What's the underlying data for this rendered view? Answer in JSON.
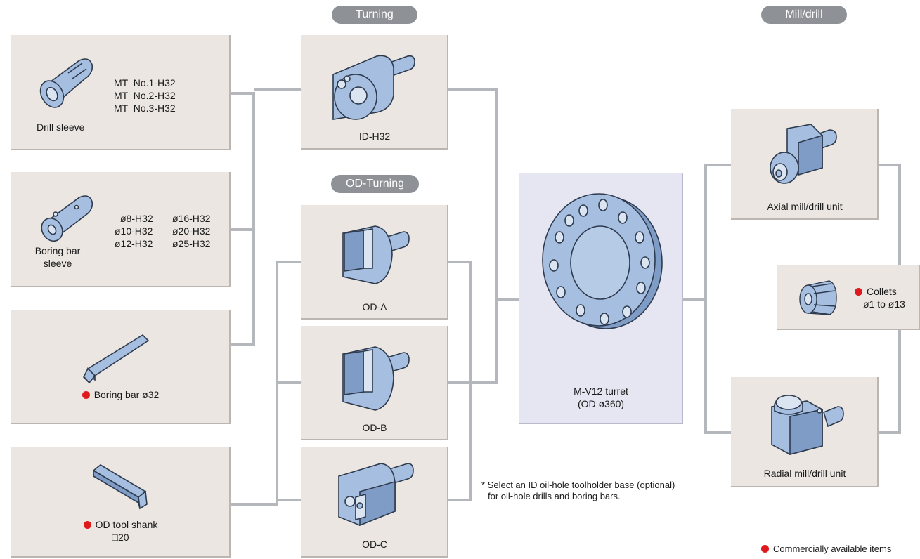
{
  "headers": {
    "turning": "Turning",
    "od_turning": "OD-Turning",
    "mill_drill": "Mill/drill"
  },
  "left": {
    "drill_sleeve": {
      "label": "Drill sleeve",
      "specs": [
        "MT  No.1-H32",
        "MT  No.2-H32",
        "MT  No.3-H32"
      ]
    },
    "boring_bar_sleeve": {
      "label_line1": "Boring bar",
      "label_line2": "sleeve",
      "specs_col1": [
        "ø8-H32",
        "ø10-H32",
        "ø12-H32"
      ],
      "specs_col2": [
        "ø16-H32",
        "ø20-H32",
        "ø25-H32"
      ]
    },
    "boring_bar": {
      "label": "Boring bar ø32"
    },
    "od_tool_shank": {
      "label_line1": "OD tool shank",
      "label_line2": "□20"
    }
  },
  "middle": {
    "id_h32": "ID-H32",
    "od_a": "OD-A",
    "od_b": "OD-B",
    "od_c": "OD-C"
  },
  "turret": {
    "line1": "M-V12 turret",
    "line2": "(OD ø360)"
  },
  "right": {
    "axial": "Axial mill/drill unit",
    "radial": "Radial mill/drill unit",
    "collets_line1": "Collets",
    "collets_line2": "ø1 to ø13"
  },
  "note": {
    "line1": "* Select an ID oil-hole toolholder base (optional)",
    "line2": "for oil-hole drills and boring bars."
  },
  "legend": "Commercially available items",
  "colors": {
    "tool_fill": "#a6bfe0",
    "tool_stroke": "#2e3a4d",
    "connector": "#b4b8bc",
    "box": "#ebe6e1",
    "turret_box": "#e6e6f2",
    "pill": "#8e9296",
    "commercial_dot": "#e0191c"
  }
}
